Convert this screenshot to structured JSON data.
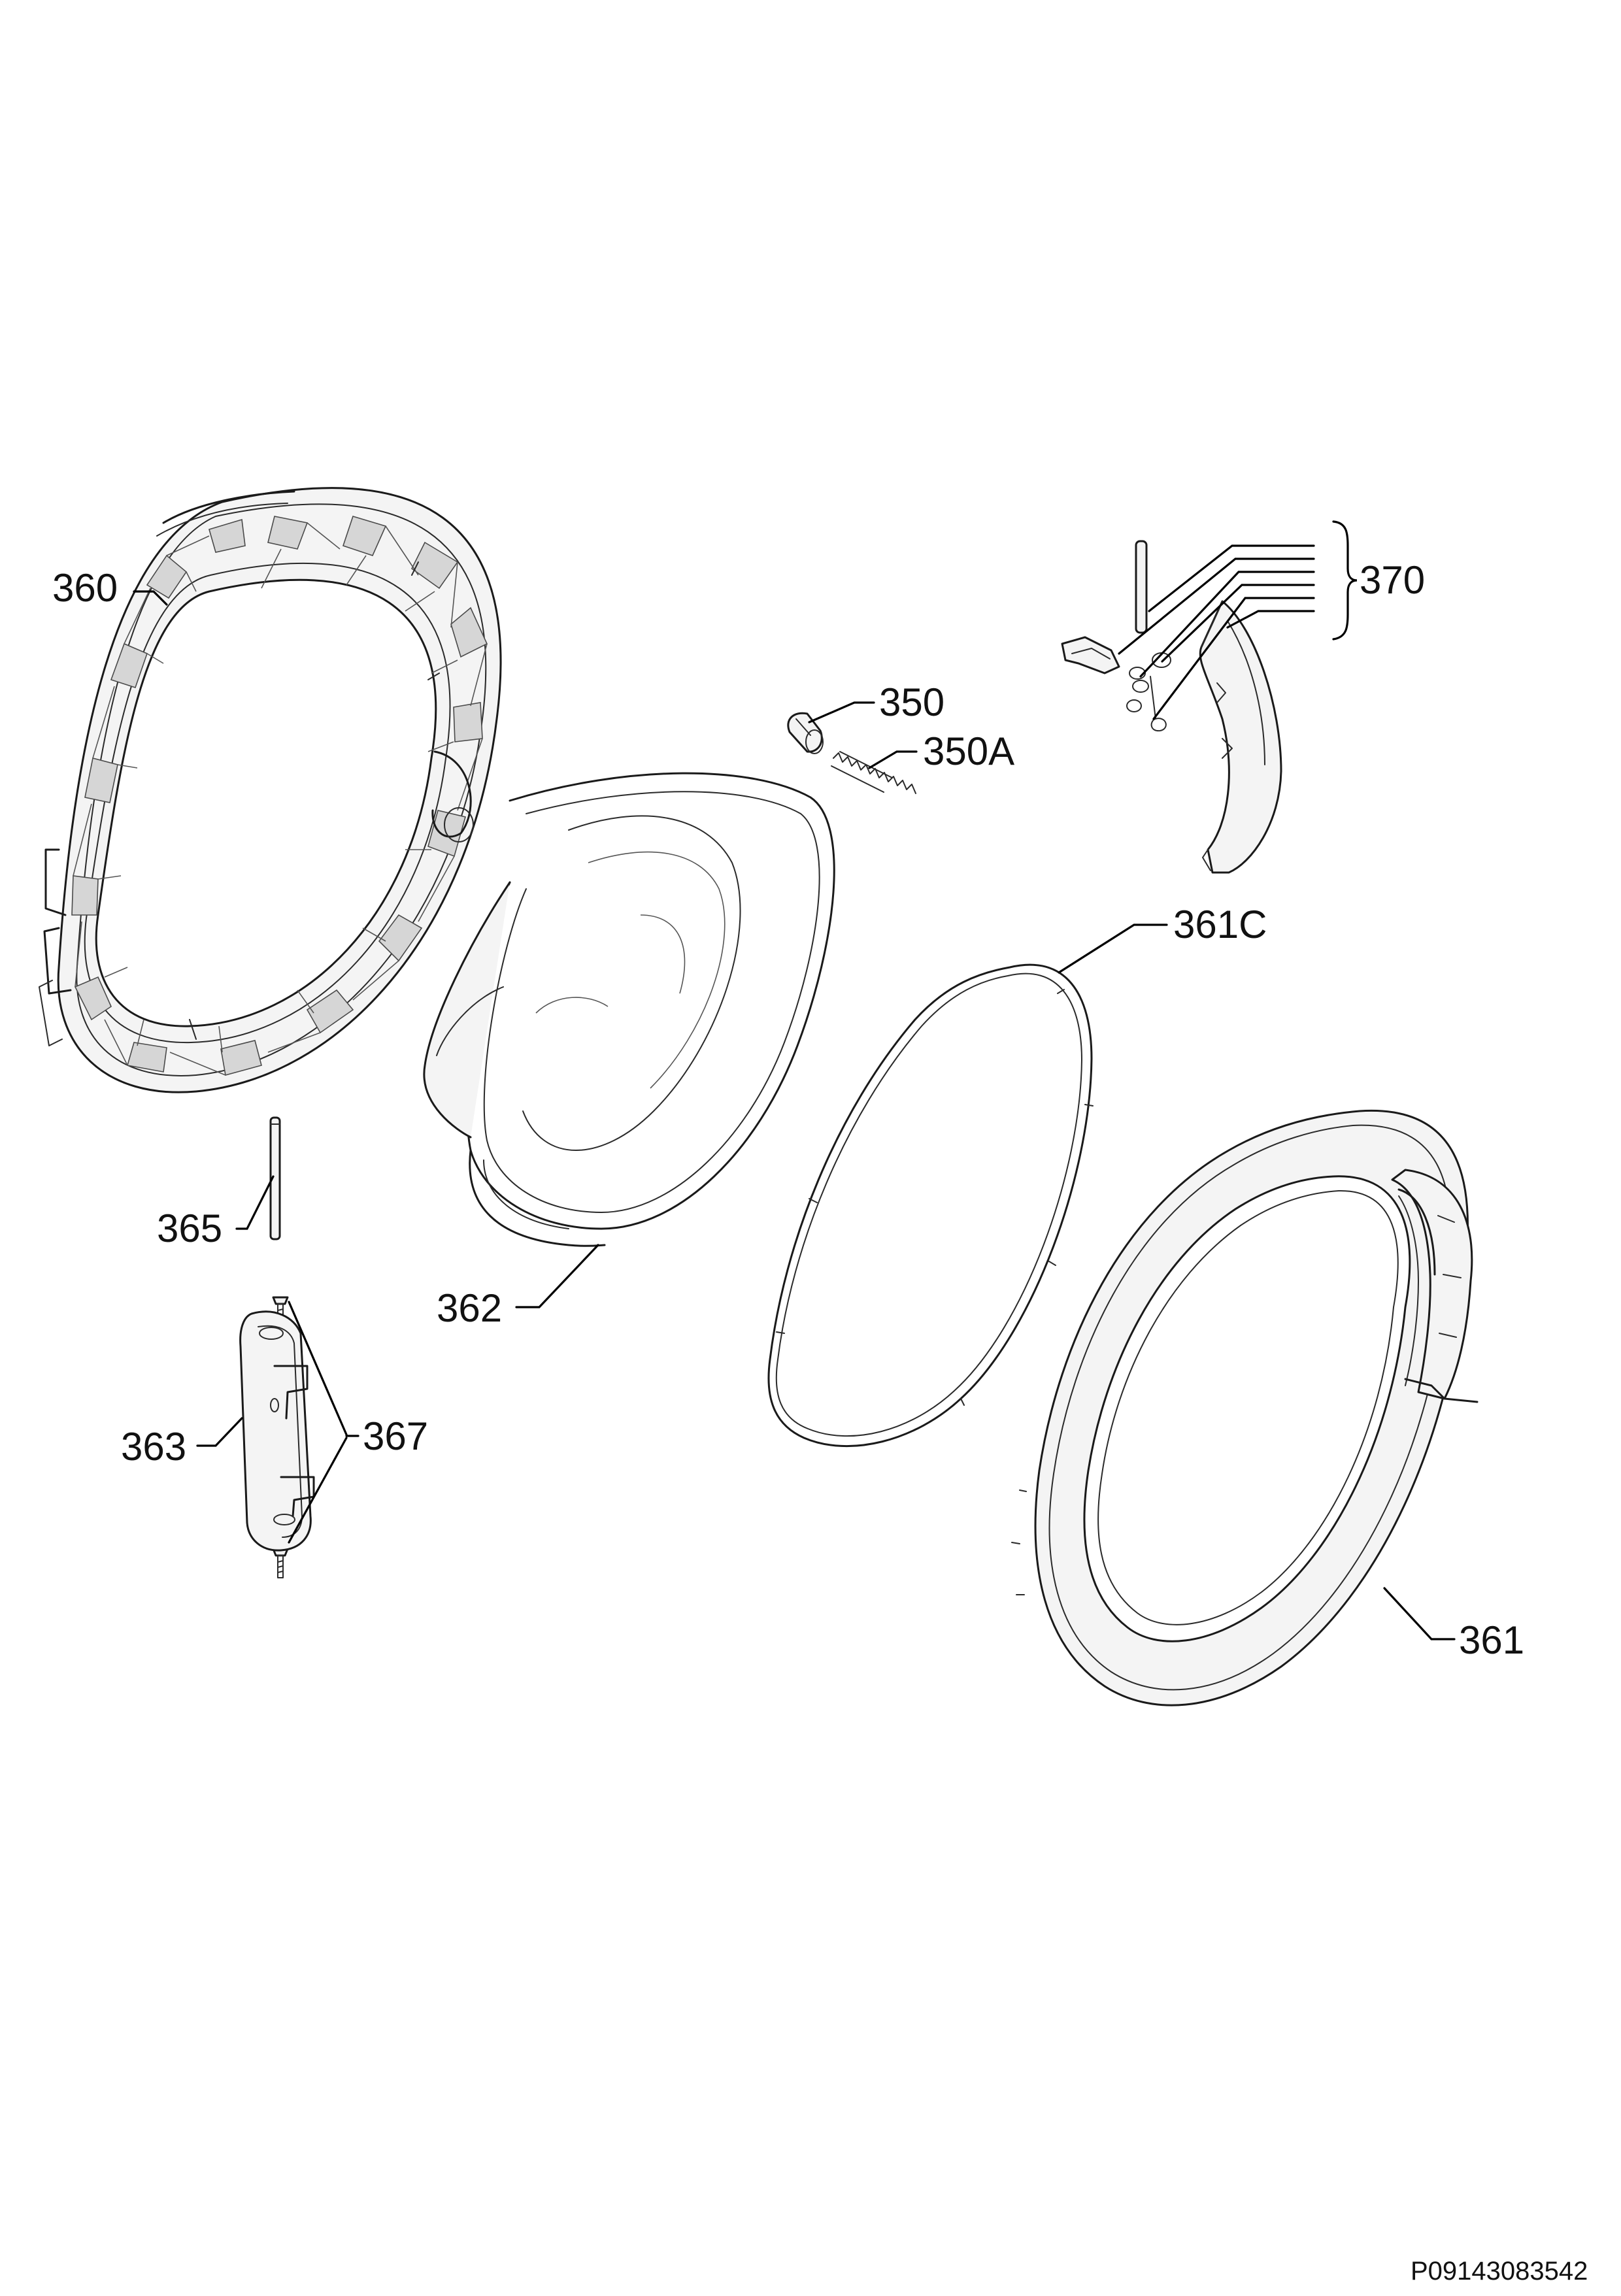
{
  "document_id": "P09143083542",
  "callouts": {
    "c350": "350",
    "c350a": "350A",
    "c360": "360",
    "c361": "361",
    "c361c": "361C",
    "c362": "362",
    "c363": "363",
    "c365": "365",
    "c367": "367",
    "c370": "370"
  }
}
